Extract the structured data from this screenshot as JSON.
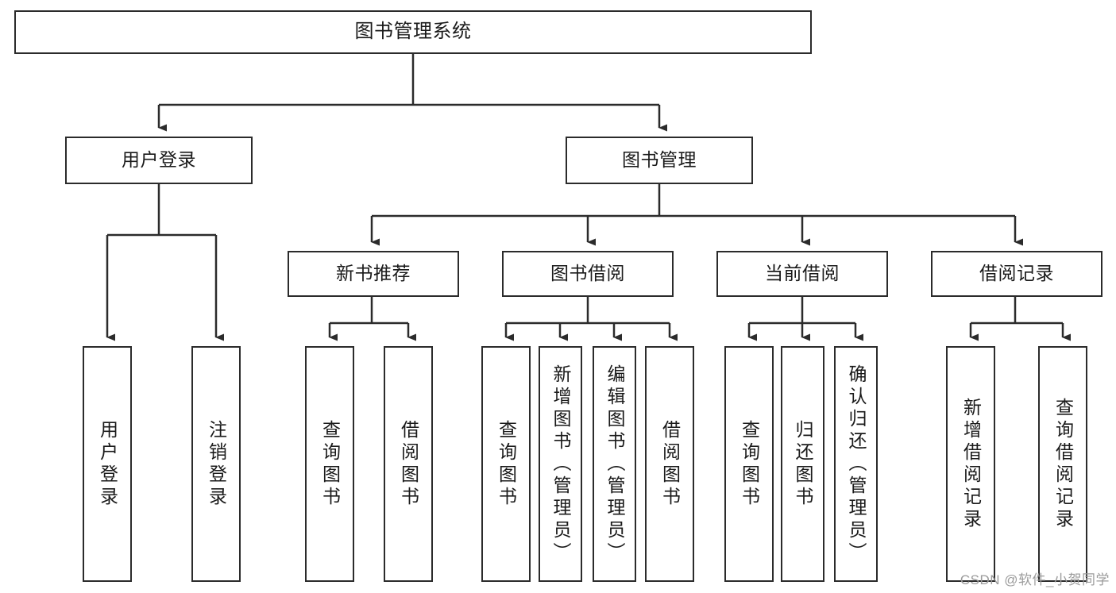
{
  "diagram": {
    "title": "图书管理系统",
    "type": "hierarchy-tree",
    "colors": {
      "stroke": "#2b2b2b",
      "fill": "#ffffff",
      "text": "#1a1a1a",
      "watermark": "#9b9b9b"
    },
    "levels": {
      "level1": [
        {
          "id": "root",
          "label": "图书管理系统"
        }
      ],
      "level2": [
        {
          "id": "user-login",
          "label": "用户登录"
        },
        {
          "id": "book-manage",
          "label": "图书管理"
        }
      ],
      "level3": [
        {
          "id": "new-book-rec",
          "label": "新书推荐",
          "parent": "book-manage"
        },
        {
          "id": "book-borrow",
          "label": "图书借阅",
          "parent": "book-manage"
        },
        {
          "id": "current-borrow",
          "label": "当前借阅",
          "parent": "book-manage"
        },
        {
          "id": "borrow-record",
          "label": "借阅记录",
          "parent": "book-manage"
        }
      ],
      "leaves": [
        {
          "id": "leaf-user-login",
          "label": "用户登录",
          "parent": "user-login"
        },
        {
          "id": "leaf-logout",
          "label": "注销登录",
          "parent": "user-login"
        },
        {
          "id": "leaf-query-book-1",
          "label": "查询图书",
          "parent": "new-book-rec"
        },
        {
          "id": "leaf-borrow-book-1",
          "label": "借阅图书",
          "parent": "new-book-rec"
        },
        {
          "id": "leaf-query-book-2",
          "label": "查询图书",
          "parent": "book-borrow"
        },
        {
          "id": "leaf-add-book",
          "label": "新增图书（管理员）",
          "parent": "book-borrow"
        },
        {
          "id": "leaf-edit-book",
          "label": "编辑图书（管理员）",
          "parent": "book-borrow"
        },
        {
          "id": "leaf-borrow-book-2",
          "label": "借阅图书",
          "parent": "book-borrow"
        },
        {
          "id": "leaf-query-book-3",
          "label": "查询图书",
          "parent": "current-borrow"
        },
        {
          "id": "leaf-return-book",
          "label": "归还图书",
          "parent": "current-borrow"
        },
        {
          "id": "leaf-confirm-return",
          "label": "确认归还（管理员）",
          "parent": "current-borrow"
        },
        {
          "id": "leaf-add-record",
          "label": "新增借阅记录",
          "parent": "borrow-record"
        },
        {
          "id": "leaf-query-record",
          "label": "查询借阅记录",
          "parent": "borrow-record"
        }
      ]
    }
  },
  "watermark": {
    "text": "CSDN @软件_小贺同学"
  }
}
